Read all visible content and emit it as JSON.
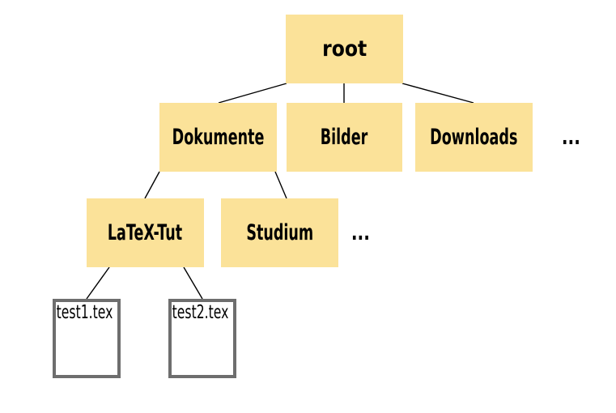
{
  "diagram": {
    "type": "tree",
    "description": "Directory tree",
    "colors": {
      "folder_fill": "#FBE299",
      "file_border": "#6E6E6E",
      "edge": "#000000",
      "text": "#000000",
      "background": "#FFFFFF"
    },
    "nodes": {
      "root": {
        "label": "root",
        "type": "folder"
      },
      "dokumente": {
        "label": "Dokumente",
        "type": "folder"
      },
      "bilder": {
        "label": "Bilder",
        "type": "folder"
      },
      "downloads": {
        "label": "Downloads",
        "type": "folder"
      },
      "row2_ellipsis": {
        "label": "...",
        "type": "ellipsis"
      },
      "latex_tut": {
        "label": "LaTeX-Tut",
        "type": "folder"
      },
      "studium": {
        "label": "Studium",
        "type": "folder"
      },
      "row3_ellipsis": {
        "label": "...",
        "type": "ellipsis"
      },
      "test1": {
        "label": "test1.tex",
        "type": "file"
      },
      "test2": {
        "label": "test2.tex",
        "type": "file"
      }
    },
    "structure": {
      "root": [
        "Dokumente",
        "Bilder",
        "Downloads",
        "..."
      ],
      "Dokumente": [
        "LaTeX-Tut",
        "Studium",
        "..."
      ],
      "LaTeX-Tut": [
        "test1.tex",
        "test2.tex"
      ]
    }
  }
}
